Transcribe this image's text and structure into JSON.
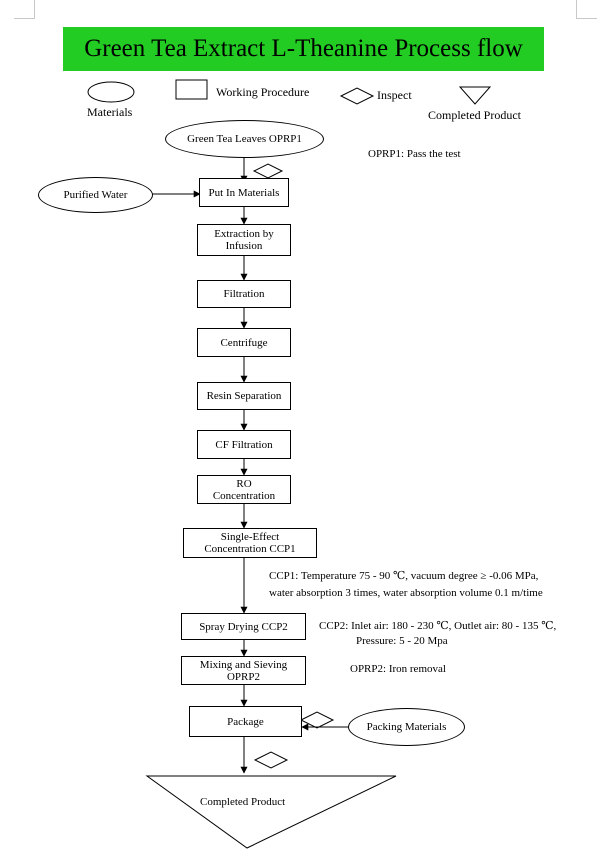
{
  "title": "Green Tea Extract L-Theanine Process flow",
  "colors": {
    "banner": "#22cc22",
    "line": "#000000"
  },
  "legend": {
    "materials": "Materials",
    "working_procedure": "Working Procedure",
    "inspect": "Inspect",
    "completed_product": "Completed Product"
  },
  "inputs": {
    "green_tea": "Green Tea Leaves OPRP1",
    "purified_water": "Purified Water",
    "packing_materials": "Packing Materials"
  },
  "steps": {
    "put_in": "Put In Materials",
    "extraction_1": "Extraction by",
    "extraction_2": "Infusion",
    "filtration": "Filtration",
    "centrifuge": "Centrifuge",
    "resin": "Resin Separation",
    "cf": "CF Filtration",
    "ro_1": "RO",
    "ro_2": "Concentration",
    "single_1": "Single-Effect",
    "single_2": "Concentration CCP1",
    "spray": "Spray Drying CCP2",
    "mixing_1": "Mixing and Sieving",
    "mixing_2": "OPRP2",
    "package": "Package",
    "completed": "Completed Product"
  },
  "notes": {
    "oprp1": "OPRP1: Pass the test",
    "ccp1_line1": "CCP1: Temperature 75 - 90 ℃, vacuum degree ≥ -0.06 MPa,",
    "ccp1_line2": "water absorption 3 times, water absorption volume 0.1 m/time",
    "ccp2_line1": "CCP2: Inlet air: 180 - 230 ℃, Outlet air: 80 - 135 ℃,",
    "ccp2_line2": "Pressure: 5 - 20 Mpa",
    "oprp2": "OPRP2: Iron removal"
  }
}
